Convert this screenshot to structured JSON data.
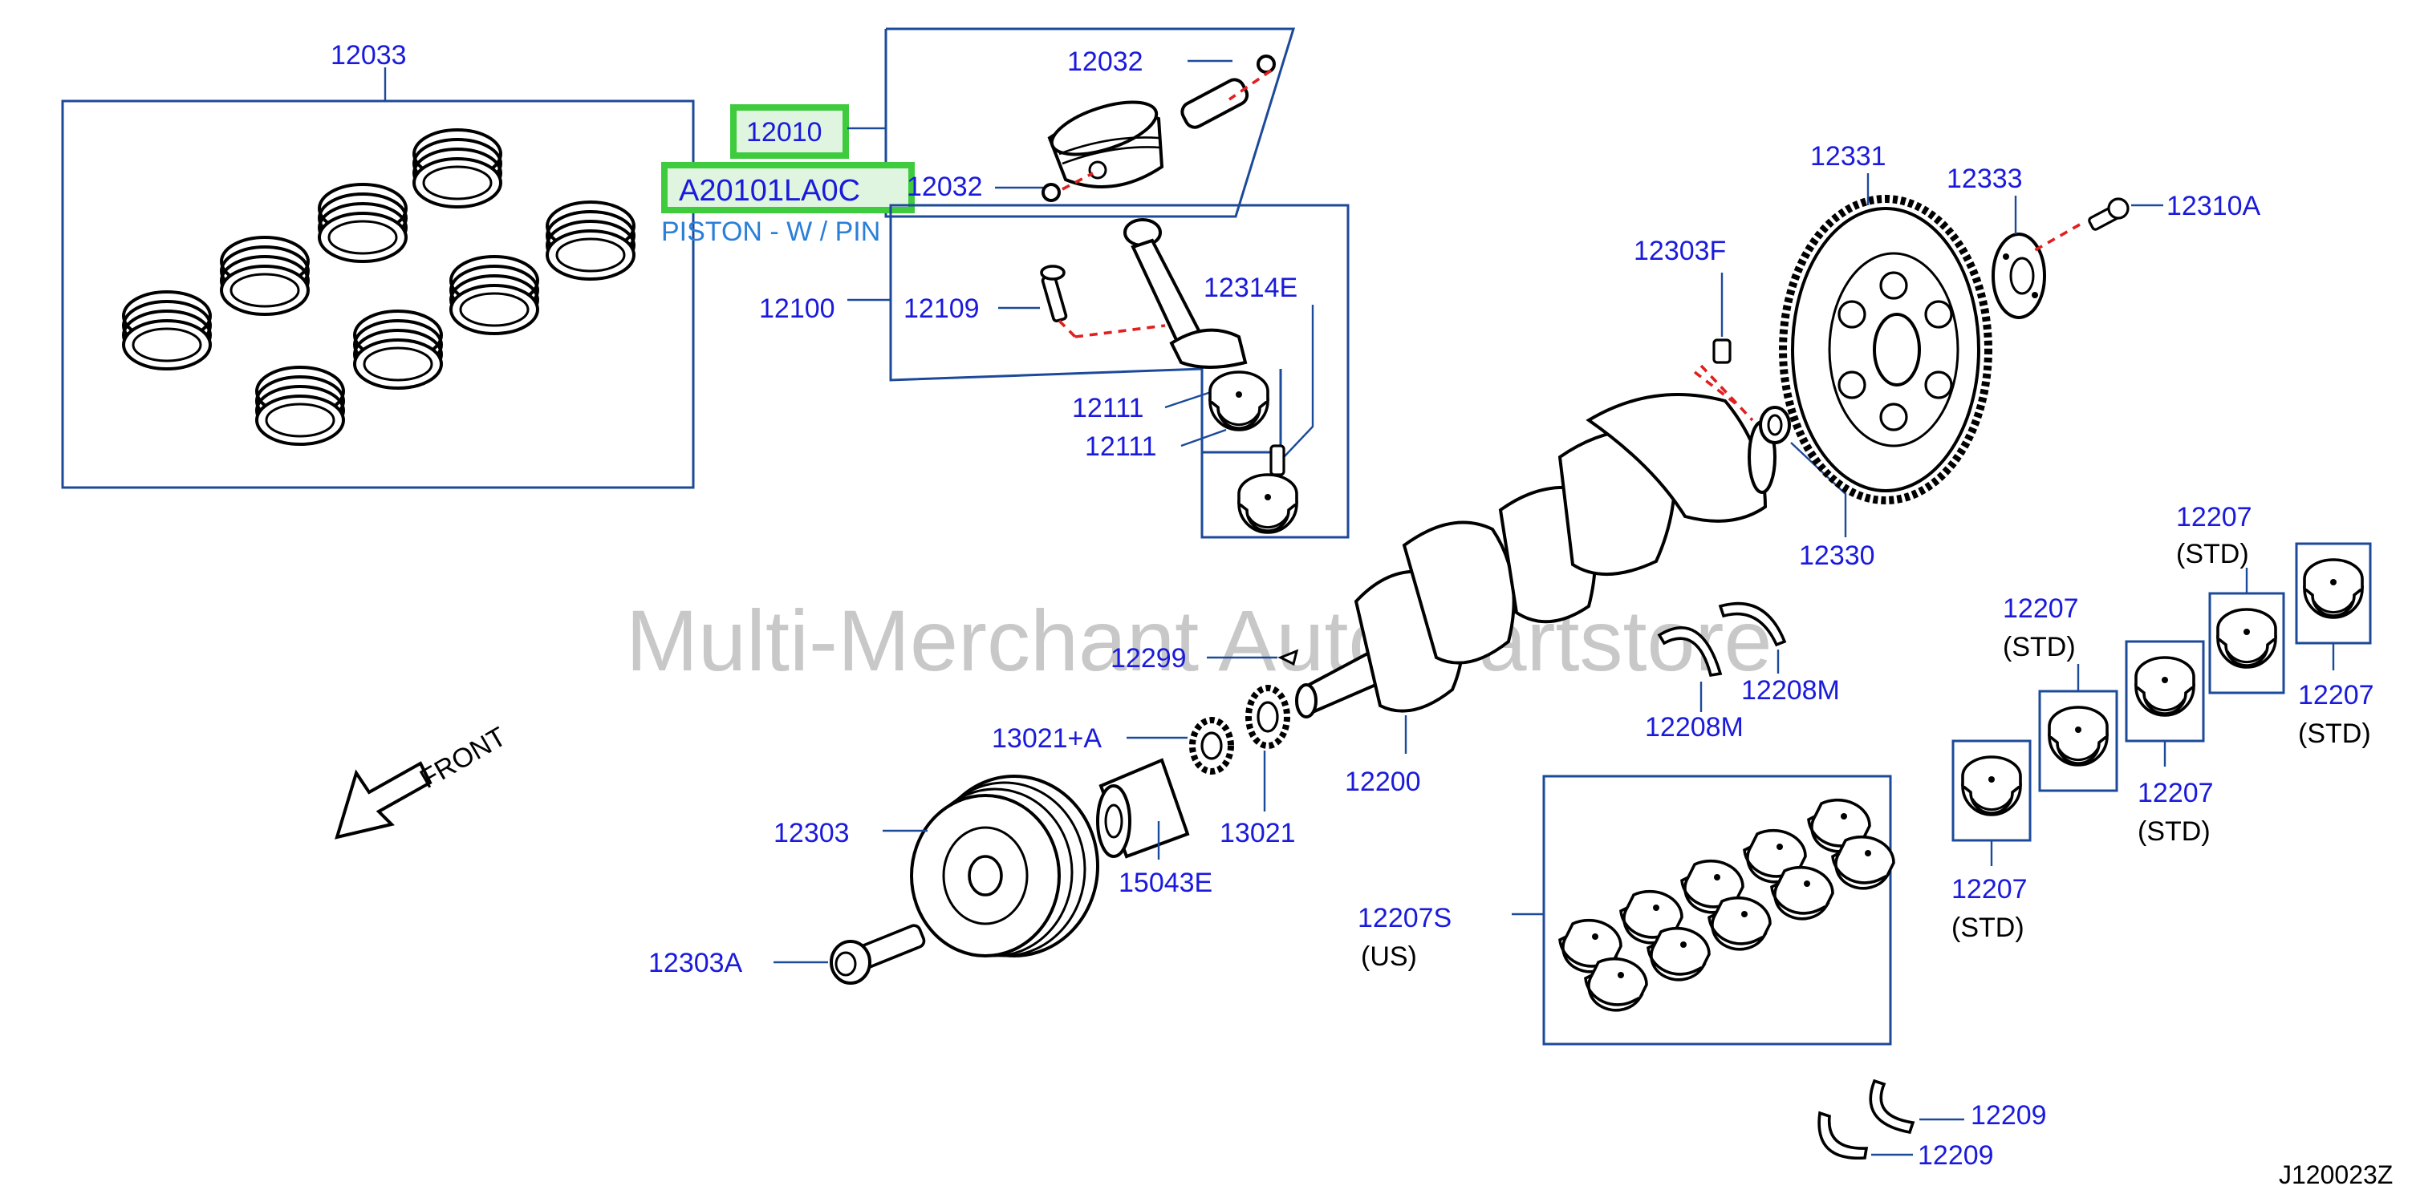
{
  "watermark": "Multi-Merchant Auto Partstore",
  "diagram_code": "J120023Z",
  "front_label": "FRONT",
  "highlight": {
    "selected_part": "12010",
    "part_number": "A20101LA0C",
    "part_description": "PISTON - W / PIN"
  },
  "labels": {
    "p12033": "12033",
    "p12032a": "12032",
    "p12032b": "12032",
    "p12100": "12100",
    "p12109": "12109",
    "p12314e": "12314E",
    "p12111a": "12111",
    "p12111b": "12111",
    "p12303f": "12303F",
    "p12331": "12331",
    "p12333": "12333",
    "p12310a": "12310A",
    "p12330": "12330",
    "p12299": "12299",
    "p13021a": "13021+A",
    "p13021": "13021",
    "p12200": "12200",
    "p12208m_a": "12208M",
    "p12208m_b": "12208M",
    "p12303": "12303",
    "p15043e": "15043E",
    "p12303a": "12303A",
    "p12207s": "12207S",
    "p12207s_note": "(US)",
    "p12207_1": "12207",
    "p12207_1_note": "(STD)",
    "p12207_2": "12207",
    "p12207_2_note": "(STD)",
    "p12207_3": "12207",
    "p12207_3_note": "(STD)",
    "p12207_4": "12207",
    "p12207_4_note": "(STD)",
    "p12207_5": "12207",
    "p12207_5_note": "(STD)",
    "p12209a": "12209",
    "p12209b": "12209"
  },
  "colors": {
    "label_blue": "#1a1adc",
    "box_blue": "#1c4a9a",
    "highlight_green": "#3ecb3e",
    "leader_red": "#e02020",
    "watermark_grey": "#c8c8c8"
  }
}
